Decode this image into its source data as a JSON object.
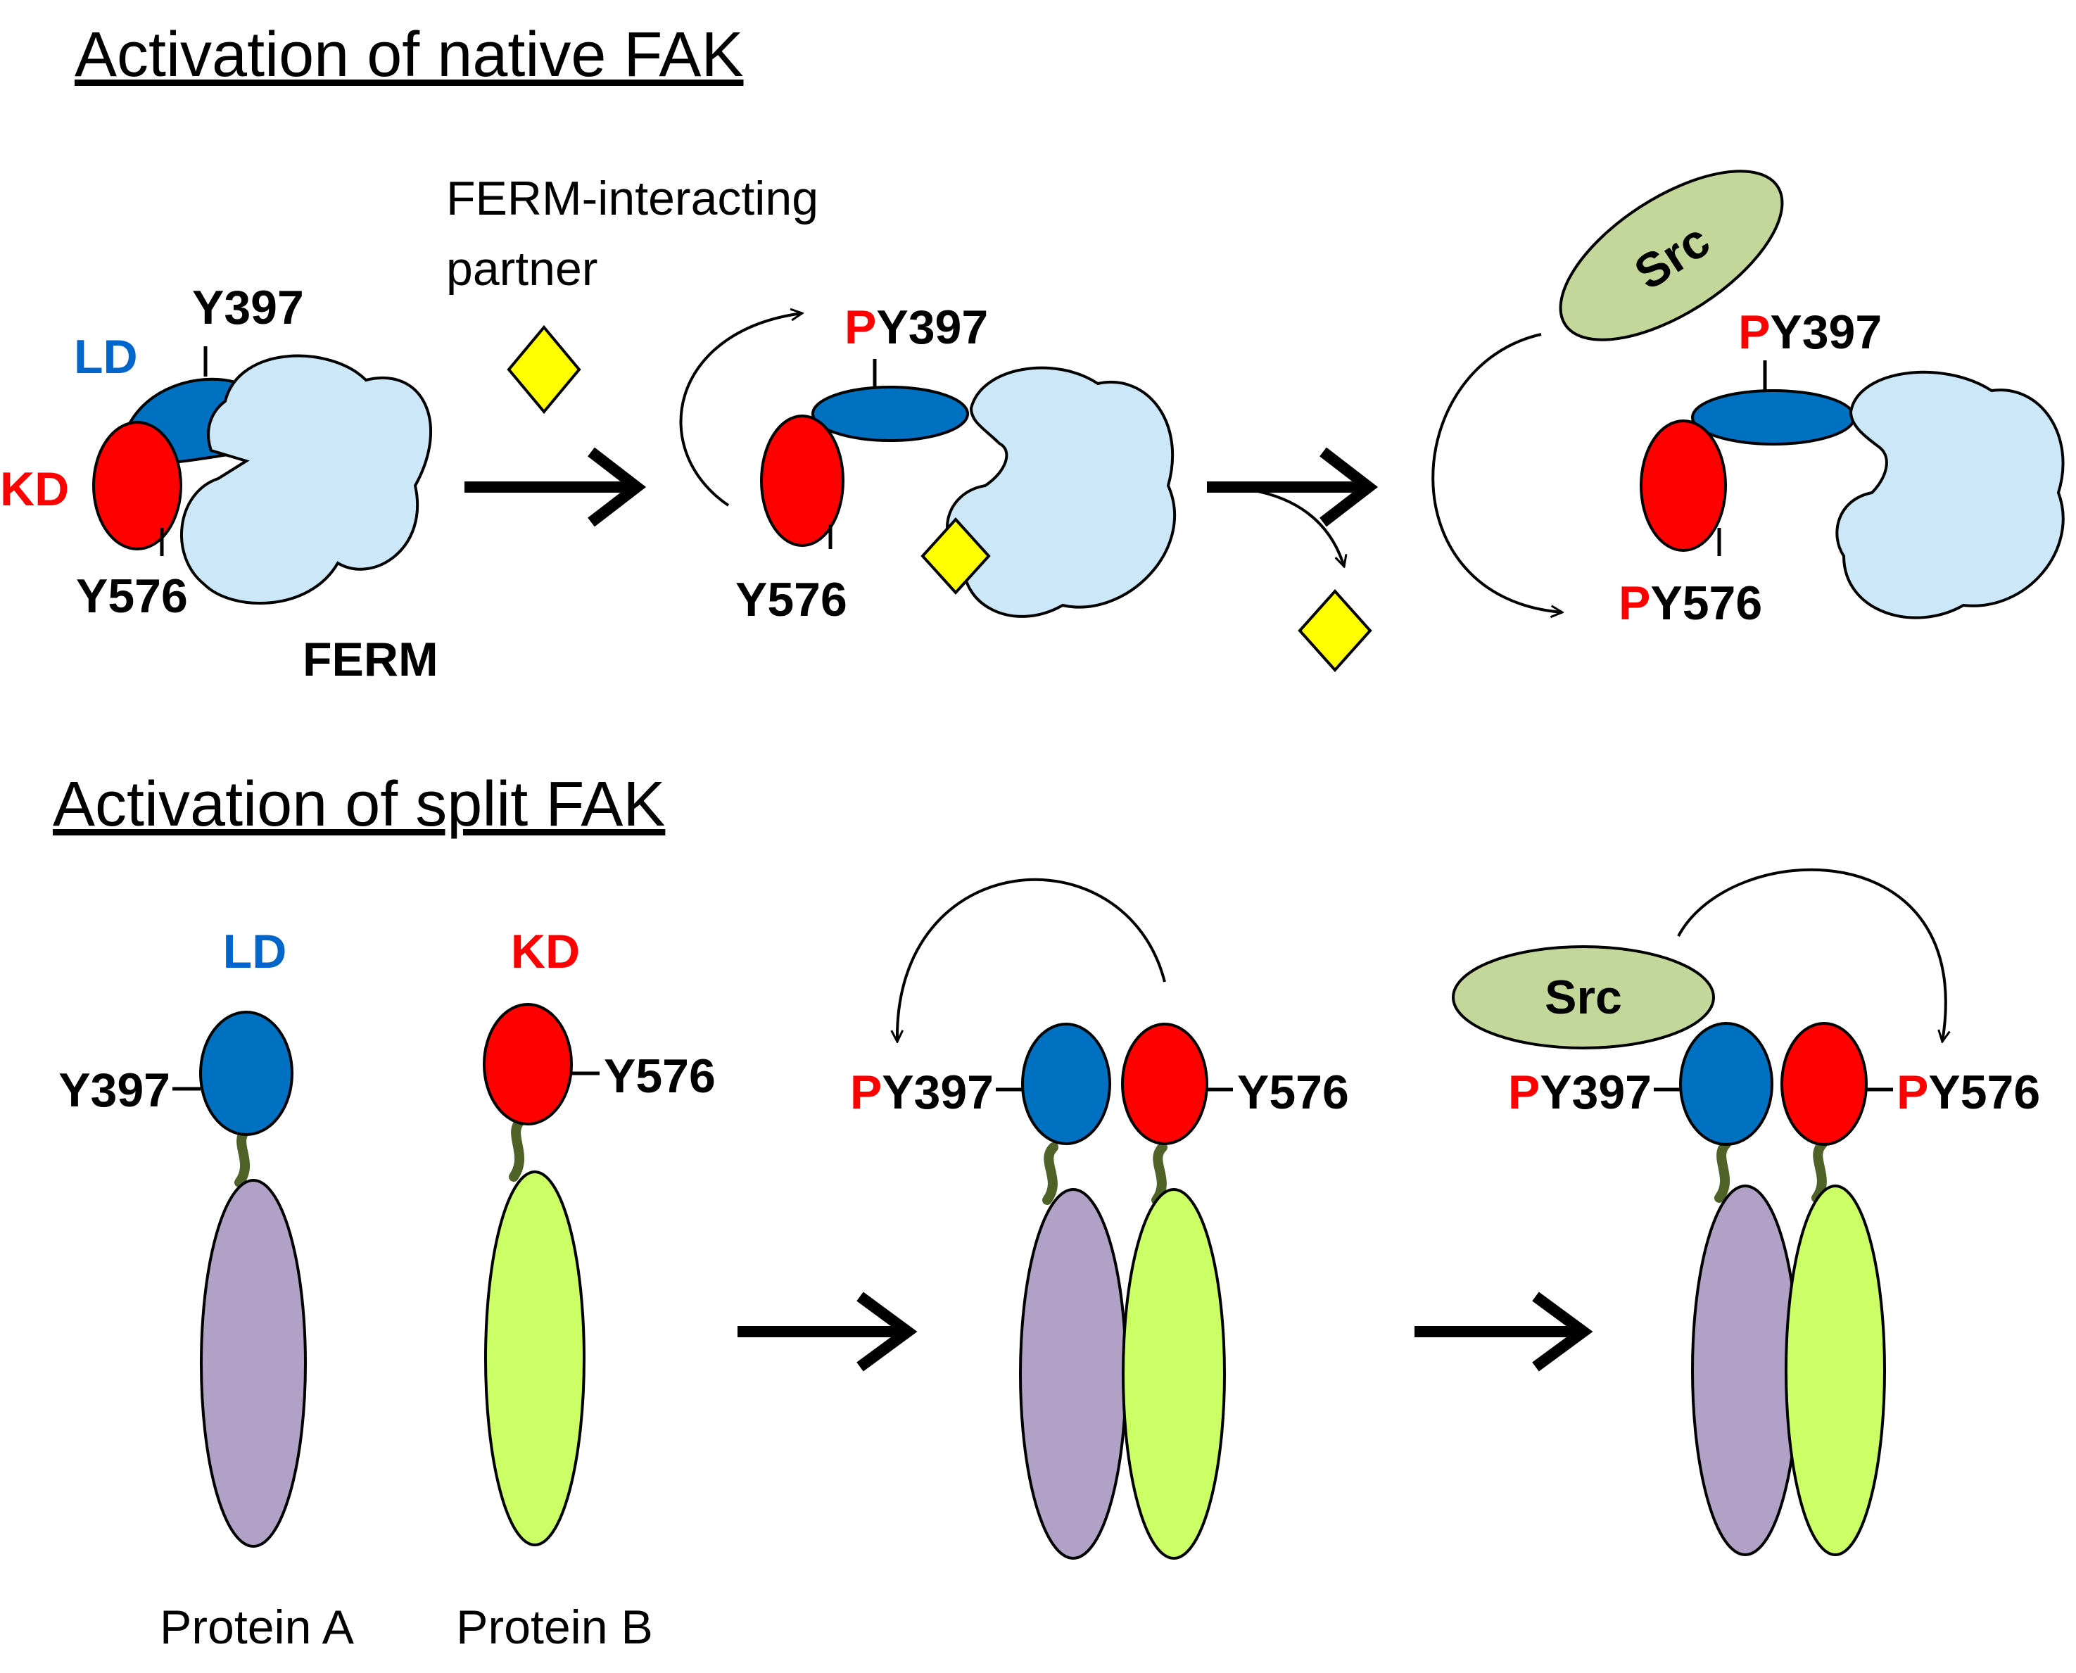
{
  "section_native": {
    "title": "Activation of native FAK",
    "partner_label_line1": "FERM-interacting",
    "partner_label_line2": "partner",
    "state1": {
      "ld": "LD",
      "kd": "KD",
      "y397": "Y397",
      "y576": "Y576",
      "ferm": "FERM"
    },
    "state2": {
      "p397": "P",
      "y397": "Y397",
      "y576": "Y576"
    },
    "state3": {
      "src": "Src",
      "p397": "P",
      "y397": "Y397",
      "p576": "P",
      "y576": "Y576"
    }
  },
  "section_split": {
    "title": "Activation of split FAK",
    "protein_a": {
      "domain": "LD",
      "site": "Y397",
      "name": "Protein A"
    },
    "protein_b": {
      "domain": "KD",
      "site": "Y576",
      "name": "Protein B"
    },
    "state2": {
      "p397": "P",
      "y397": "Y397",
      "y576": "Y576"
    },
    "state3": {
      "src": "Src",
      "p397": "P",
      "y397": "Y397",
      "p576": "P",
      "y576": "Y576"
    }
  },
  "colors": {
    "ld": "#0070c0",
    "kd": "#ff0000",
    "ferm": "#cce8f8",
    "src": "#c4d79b",
    "protein_a": "#b2a1c7",
    "protein_b": "#ccff66",
    "partner": "#ffff00",
    "linker": "#4f6228",
    "phospho": "#ff0000"
  }
}
